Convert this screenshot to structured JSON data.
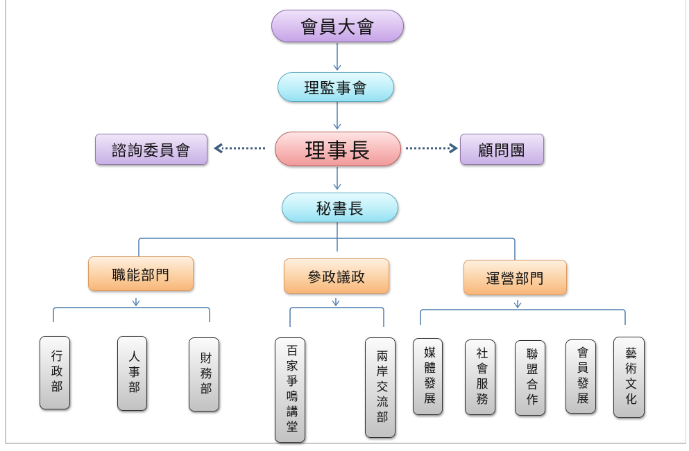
{
  "diagram": {
    "type": "organization-chart",
    "colors": {
      "connector": "#4f7fae",
      "dotted_arrow": "#3f5f80",
      "top_node": "#d8bdef",
      "board_node": "#b9eef8",
      "chair_node": "#f8b6b6",
      "advisory_node": "#d8c5ee",
      "department_node": "#fbcf9f",
      "unit_node": "#dcdcdc"
    },
    "top": {
      "label": "會員大會"
    },
    "board": {
      "label": "理監事會"
    },
    "chair": {
      "label": "理事長"
    },
    "advisory_left": {
      "label": "諮詢委員會"
    },
    "advisory_right": {
      "label": "顧問團"
    },
    "secretary": {
      "label": "秘書長"
    },
    "departments": [
      {
        "label": "職能部門",
        "units": [
          {
            "label": "行政部"
          },
          {
            "label": "人事部"
          },
          {
            "label": "財務部"
          }
        ]
      },
      {
        "label": "參政議政",
        "units": [
          {
            "label": "百家爭鳴講堂"
          },
          {
            "label": "兩岸交流部"
          }
        ]
      },
      {
        "label": "運營部門",
        "units": [
          {
            "label": "媒體發展"
          },
          {
            "label": "社會服務"
          },
          {
            "label": "聯盟合作"
          },
          {
            "label": "會員發展"
          },
          {
            "label": "藝術文化"
          }
        ]
      }
    ]
  }
}
